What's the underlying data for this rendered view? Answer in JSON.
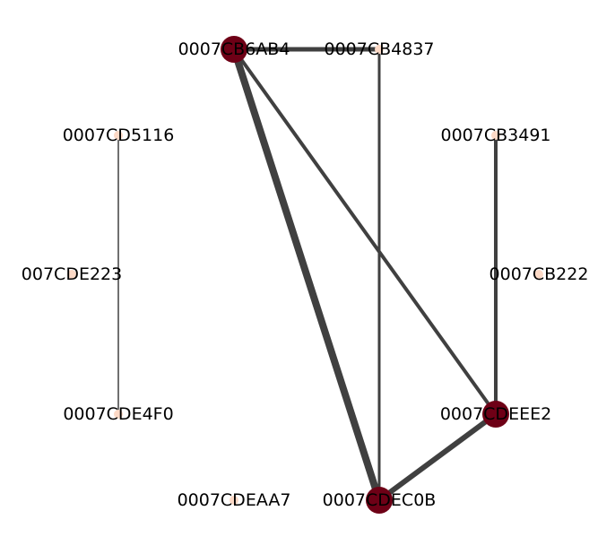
{
  "colors": {
    "background": "#ffffff",
    "edge": "#404040",
    "node_high": "#6e0016",
    "node_low": "#fcd9c6",
    "label": "#000000"
  },
  "nodes": [
    {
      "id": "n1",
      "label": "0007CB6AB4",
      "level": "high"
    },
    {
      "id": "n2",
      "label": "0007CB4837",
      "level": "low"
    },
    {
      "id": "n3",
      "label": "0007CD5116",
      "level": "low"
    },
    {
      "id": "n4",
      "label": "0007CB3491",
      "level": "low"
    },
    {
      "id": "n5",
      "label": "007CDE223",
      "level": "low"
    },
    {
      "id": "n6",
      "label": "0007CB222",
      "level": "low"
    },
    {
      "id": "n7",
      "label": "0007CDE4F0",
      "level": "low"
    },
    {
      "id": "n8",
      "label": "0007CDEEE2",
      "level": "high"
    },
    {
      "id": "n9",
      "label": "0007CDEAA7",
      "level": "low"
    },
    {
      "id": "n10",
      "label": "0007CDEC0B",
      "level": "high"
    }
  ],
  "edges": [
    {
      "source": "n1",
      "target": "n2",
      "weight": 5
    },
    {
      "source": "n1",
      "target": "n10",
      "weight": 8
    },
    {
      "source": "n1",
      "target": "n8",
      "weight": 4
    },
    {
      "source": "n2",
      "target": "n10",
      "weight": 3
    },
    {
      "source": "n4",
      "target": "n8",
      "weight": 4
    },
    {
      "source": "n8",
      "target": "n10",
      "weight": 6
    },
    {
      "source": "n3",
      "target": "n7",
      "weight": 1.5
    }
  ]
}
